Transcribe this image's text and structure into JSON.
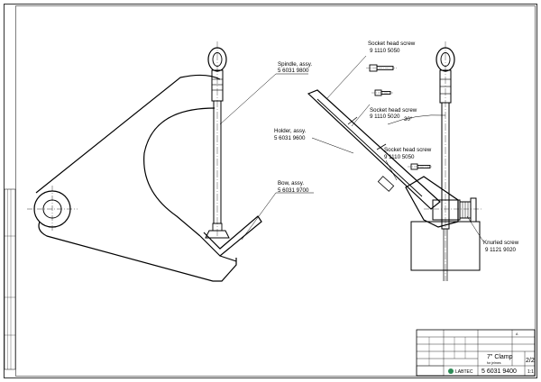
{
  "labels": {
    "spindle": [
      "Spindle, assy.",
      "5 6031 9800"
    ],
    "holder": [
      "Holder, assy.",
      "5 6031 9600"
    ],
    "bow": [
      "Bow, assy.",
      "5 6031 9700"
    ],
    "screw1": [
      "Socket head screw",
      "9 1110 5050"
    ],
    "screw2": [
      "Socket head screw",
      "9 1110 5020"
    ],
    "screw3": [
      "Socket head screw",
      "9 1110 5050"
    ],
    "knurled": [
      "Knurled screw",
      "9 1121 9020"
    ]
  },
  "title_block": {
    "title": "7\" Clamp",
    "subtitle": "for jelmes",
    "sheet": "2/2",
    "part_no": "5 6031 9400",
    "company": "LABTEC",
    "scale": "1:1",
    "rev": "A"
  },
  "angle_mark": "30°",
  "colors": {
    "line": "#000000",
    "paper": "#ffffff",
    "logo": "#2e8b57"
  }
}
